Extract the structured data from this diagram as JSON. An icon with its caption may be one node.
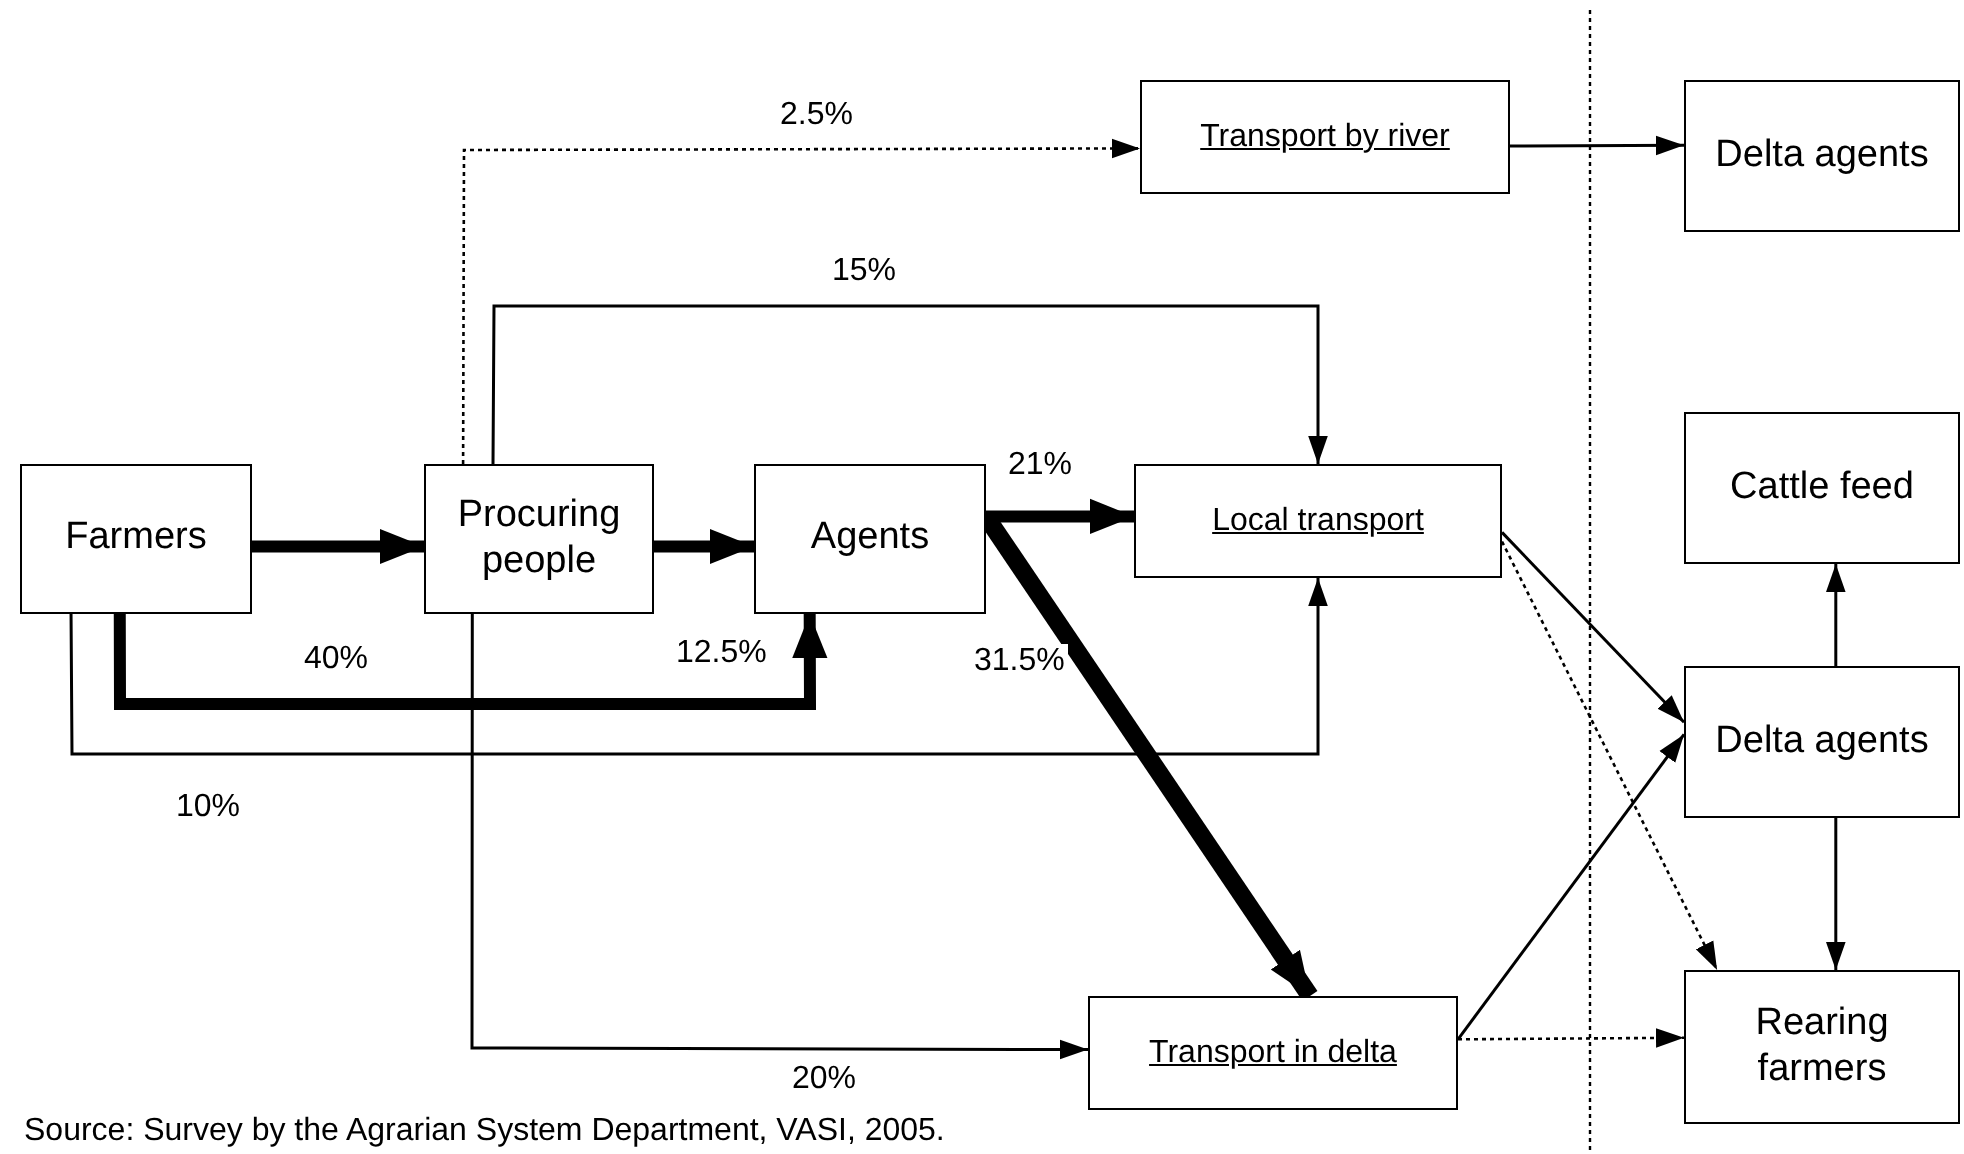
{
  "diagram": {
    "caption": "Source: Survey by the Agrarian System Department, VASI, 2005.",
    "nodes": [
      {
        "text": [
          "Farmers"
        ]
      },
      {
        "text": [
          "Procuring people"
        ]
      },
      {
        "text": [
          "Agents"
        ]
      },
      {
        "text": [
          "Transport by river"
        ]
      },
      {
        "text": [
          "Delta agents"
        ]
      },
      {
        "text": [
          "Local transport"
        ]
      },
      {
        "text": [
          "Cattle feed"
        ]
      },
      {
        "text": [
          "Delta agents"
        ]
      },
      {
        "text": [
          "Transport in delta"
        ]
      },
      {
        "text": [
          "Rearing farmers"
        ]
      }
    ],
    "edges": [
      {
        "from": 0,
        "to": 1,
        "arrow": "to",
        "style": "thick"
      },
      {
        "from": 1,
        "to": 2,
        "arrow": "to",
        "style": "thick"
      },
      {
        "from": 2,
        "to": 5,
        "arrow": "to",
        "style": "thick",
        "label": "21%"
      },
      {
        "from": 2,
        "to": 8,
        "arrow": "to",
        "style": "thick",
        "label": "31.5%"
      },
      {
        "from": 0,
        "to": 2,
        "arrow": "to",
        "style": "thick",
        "label": "12.5%"
      },
      {
        "from": 1,
        "to": 3,
        "arrow": "to",
        "style": "dashed",
        "label": "2.5%"
      },
      {
        "from": 1,
        "to": 5,
        "arrow": "to",
        "label": "15%"
      },
      {
        "from": 0,
        "to": 5,
        "arrow": "to",
        "label": "10%"
      },
      {
        "from": 1,
        "to": 8,
        "arrow": "to",
        "label": "20%"
      },
      {
        "from": 3,
        "to": 4,
        "arrow": "to"
      },
      {
        "from": 5,
        "to": 7,
        "arrow": "to"
      },
      {
        "from": 5,
        "to": 9,
        "arrow": "to",
        "style": "dashed"
      },
      {
        "from": 8,
        "to": 7,
        "arrow": "to"
      },
      {
        "from": 8,
        "to": 9,
        "arrow": "to",
        "style": "dashed"
      },
      {
        "from": 7,
        "to": 6,
        "arrow": "to"
      },
      {
        "from": 7,
        "to": 9,
        "arrow": "to"
      }
    ],
    "labels": [
      "40%"
    ]
  }
}
